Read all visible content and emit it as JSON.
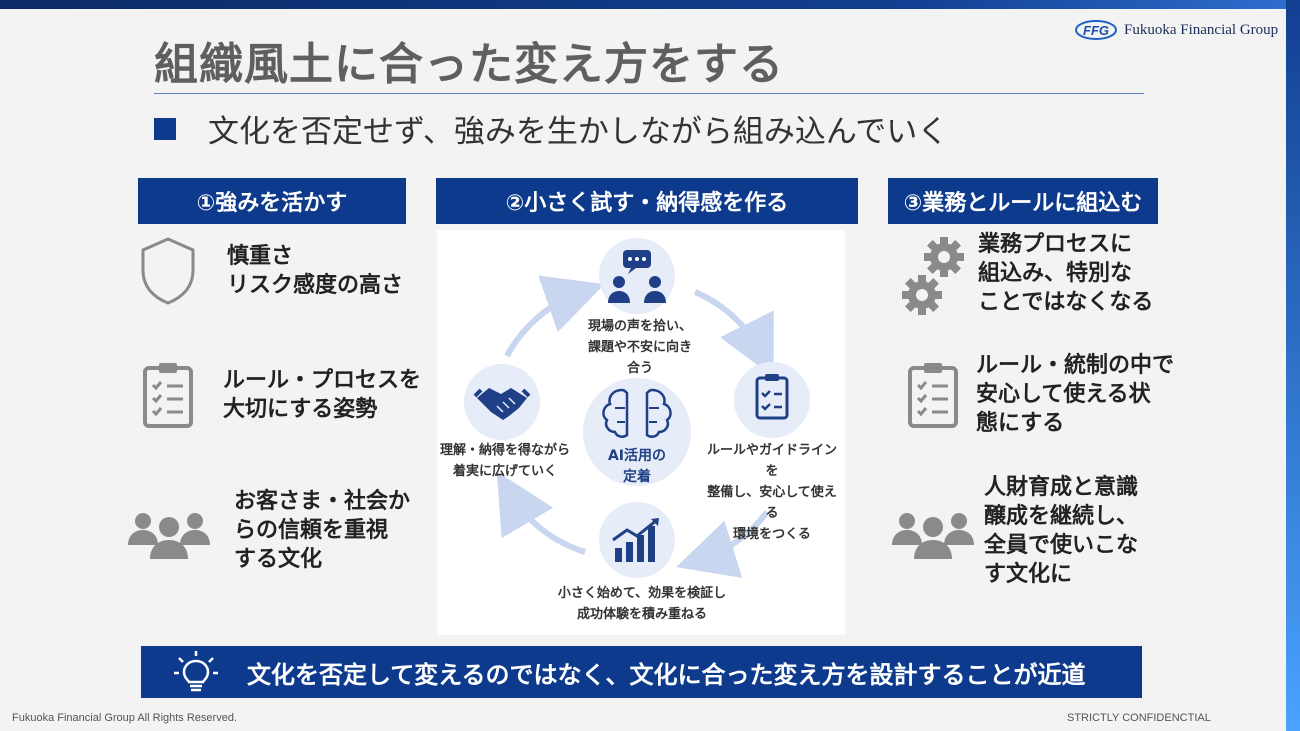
{
  "title": "組織風土に合った変え方をする",
  "logo": {
    "mark": "FFG",
    "name": "Fukuoka Financial Group"
  },
  "subhead": "文化を否定せず、強みを生かしながら組み込んでいく",
  "columns": [
    {
      "header": "①強みを活かす",
      "items": [
        {
          "icon": "shield-icon",
          "lines": [
            "慎重さ",
            "リスク感度の高さ"
          ]
        },
        {
          "icon": "clipboard-checklist-icon",
          "lines": [
            "ルール・プロセスを",
            "大切にする姿勢"
          ]
        },
        {
          "icon": "people-group-icon",
          "lines": [
            "お客さま・社会か",
            "らの信頼を重視",
            "する文化"
          ]
        }
      ]
    },
    {
      "header": "②小さく試す・納得感を作る",
      "cycle": {
        "center": [
          "AI活用の",
          "定着"
        ],
        "steps": [
          {
            "icon": "people-chat-icon",
            "lines": [
              "現場の声を拾い、",
              "課題や不安に向き合う"
            ]
          },
          {
            "icon": "checklist-icon",
            "lines": [
              "ルールやガイドラインを",
              "整備し、安心して使える",
              "環境をつくる"
            ]
          },
          {
            "icon": "growth-chart-icon",
            "lines": [
              "小さく始めて、効果を検証し",
              "成功体験を積み重ねる"
            ]
          },
          {
            "icon": "handshake-icon",
            "lines": [
              "理解・納得を得ながら",
              "着実に広げていく"
            ]
          }
        ]
      }
    },
    {
      "header": "③業務とルールに組込む",
      "items": [
        {
          "icon": "gears-icon",
          "lines": [
            "業務プロセスに",
            "組込み、特別な",
            "ことではなくなる"
          ]
        },
        {
          "icon": "clipboard-checklist-icon",
          "lines": [
            "ルール・統制の中で",
            "安心して使える状",
            "態にする"
          ]
        },
        {
          "icon": "people-group-icon",
          "lines": [
            "人財育成と意識",
            "醸成を継続し、",
            "全員で使いこな",
            "す文化に"
          ]
        }
      ]
    }
  ],
  "conclusion": {
    "icon": "lightbulb-icon",
    "text": "文化を否定して変えるのではなく、文化に合った変え方を設計することが近道"
  },
  "footer": {
    "copyright": "Fukuoka Financial Group  All Rights Reserved.",
    "confidential": "STRICTLY CONFIDENCTIAL"
  },
  "colors": {
    "navy": "#0d3a8c",
    "icon_gray": "#8a8a8a",
    "cycle_navy": "#1f3f86",
    "cycle_light": "#e6ecf8"
  }
}
